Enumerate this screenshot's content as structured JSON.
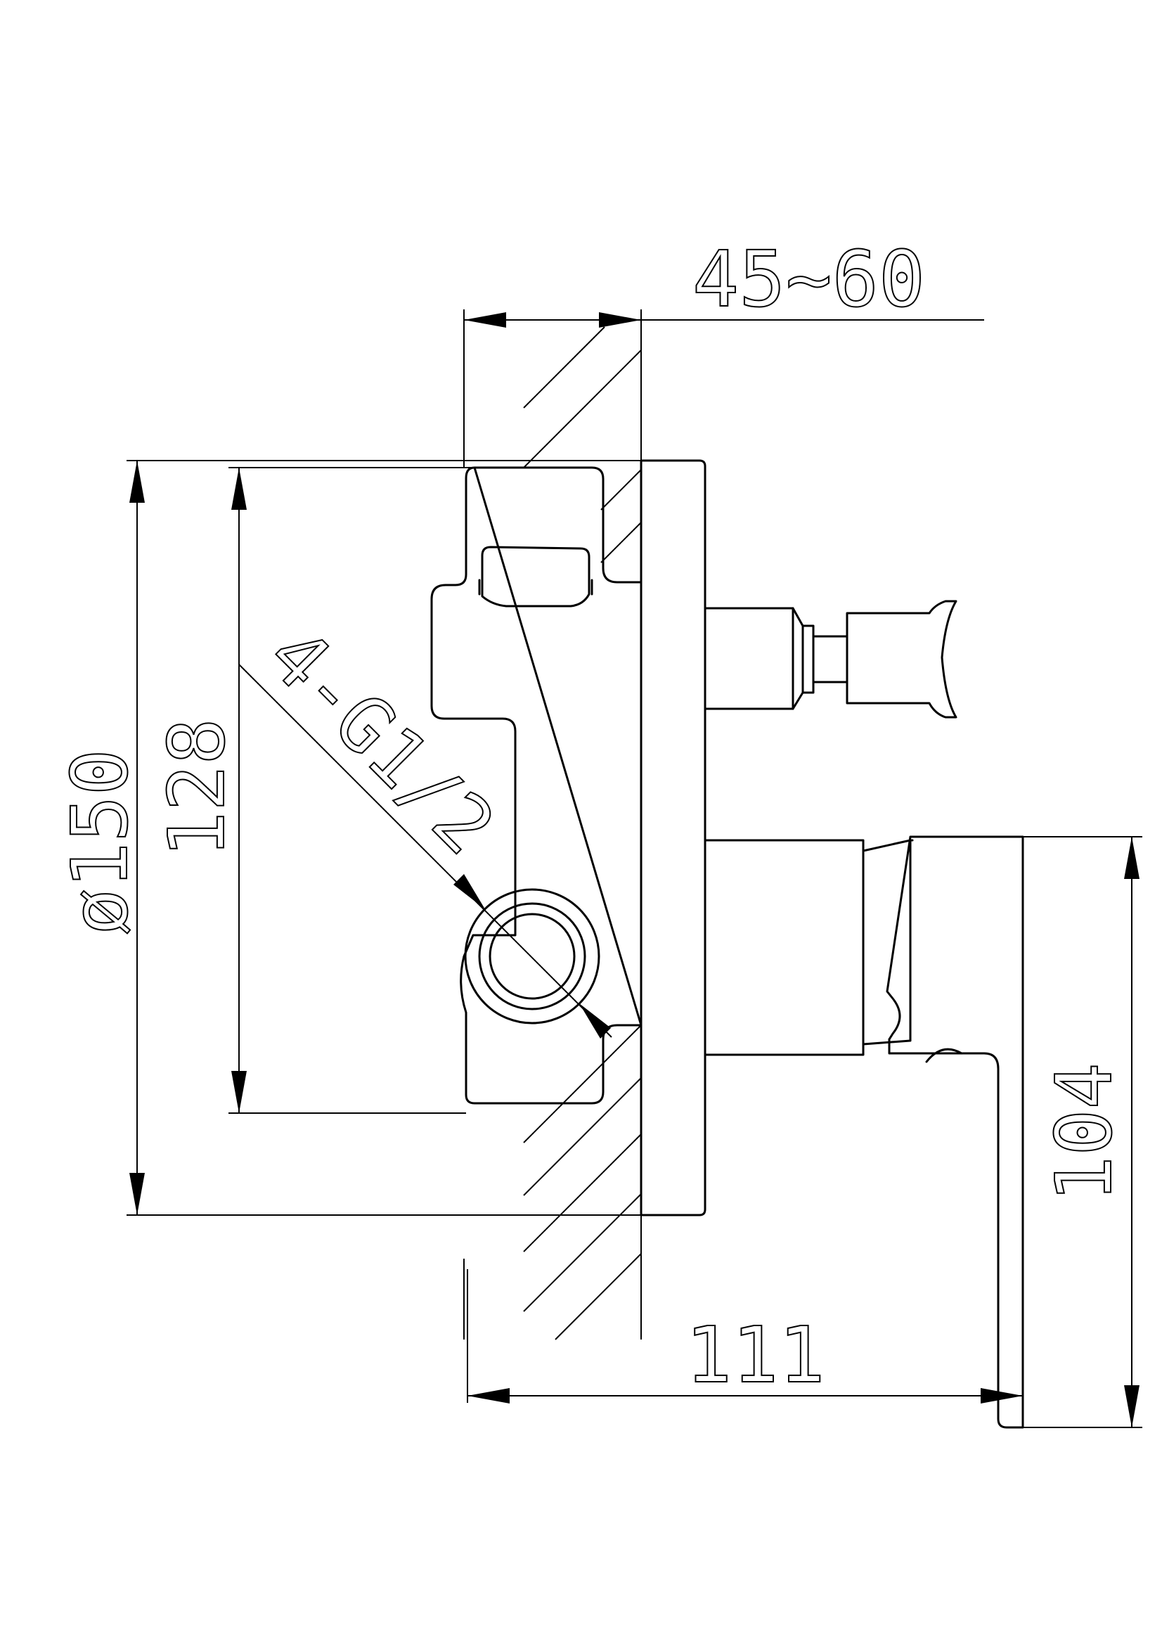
{
  "dimensions": {
    "wall_depth": "45~60",
    "outer_diameter": "ø150",
    "inner_height": "128",
    "thread_spec": "4-G1/2",
    "total_depth": "111",
    "handle_height": "104"
  },
  "colors": {
    "line": "#000000",
    "background": "#ffffff"
  }
}
